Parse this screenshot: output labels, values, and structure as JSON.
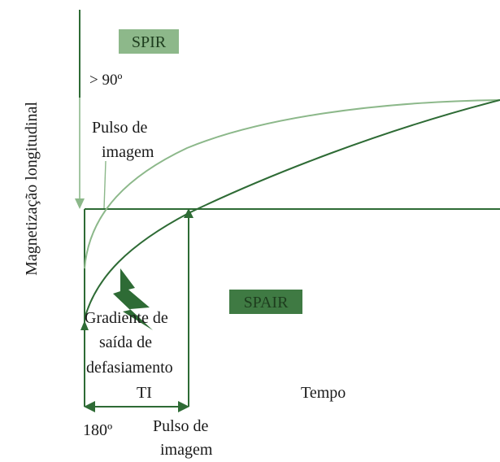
{
  "labels": {
    "spir_badge": "SPIR",
    "spair_badge": "SPAIR",
    "flip_angle": "> 90º",
    "pulse_top_line1": "Pulso de",
    "pulse_top_line2": "imagem",
    "y_axis": "Magnetização longitudinal",
    "gradient_line1": "Gradiente de",
    "gradient_line2": "saída de",
    "gradient_line3": "defasiamento",
    "ti": "TI",
    "x_axis": "Tempo",
    "angle_180": "180º",
    "pulse_bottom_line1": "Pulso de",
    "pulse_bottom_line2": "imagem"
  },
  "colors": {
    "dark_green": "#2e6b35",
    "light_green": "#8cb88a",
    "spir_badge_bg": "#8db88a",
    "spair_badge_bg": "#3f7a43",
    "bolt": "#2e6b35"
  },
  "icons": {
    "lightning": "lightning-bolt-icon"
  }
}
